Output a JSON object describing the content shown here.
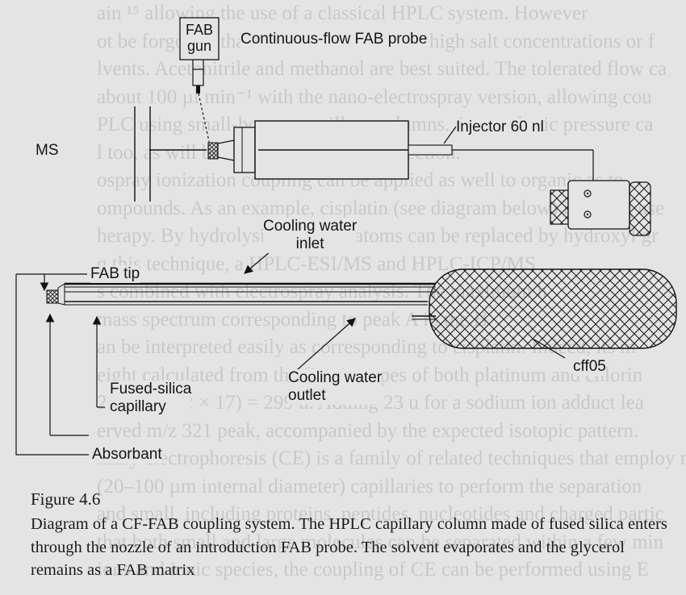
{
  "background_text": [
    "ain ¹⁵ allowing the use of a classical HPLC system. However",
    "ot be forgotten that ESI does not tolerate high salt concentrations or f",
    "lvents. Acetonitrile and methanol are best suited. The tolerated flow ca",
    "about 100 µl min⁻¹ with the nano-electrospray version, allowing cou",
    "PLC using small-bore or capillary columns. Atmospheric pressure ca",
    "l too, as will be discussed in the next section.",
    "ospray ionization coupling can be applied as well to organic as to",
    "ompounds. As an example, cisplatin (see diagram below) is a drug use",
    "herapy. By hydrolysis, chlorine atoms can be replaced by hydroxyl gr",
    "g this technique, a HPLC-ESI/MS and HPLC-ICP/MS",
    "s combined with electrospray analysis. The maximum h",
    "mass spectrum corresponding to peak A in the H",
    "an be interpreted easily as corresponding to cisplatin. Indeed, its m",
    "eight calculated from the first isotopes of both platinum and chlorin",
    "2 × 35) + (2 × 17) = 299 u. Adding 23 u for a sodium ion adduct lea",
    "erved m/z 321 peak, accompanied by the expected isotopic pattern.",
    "illary electrophoresis (CE) is a family of related techniques that employ n",
    "(20–100 µm internal diameter) capillaries to perform the separation",
    "and small, including proteins, peptides, nucleotides and charged partic",
    "that both small and large molecules can be separated within a few min",
    "ions and ionic species, the coupling of CE can be performed using E"
  ],
  "labels": {
    "fab_gun": [
      "FAB",
      "gun"
    ],
    "probe": "Continuous-flow FAB probe",
    "ms": "MS",
    "injector": "Injector 60 nl",
    "cooling_inlet": [
      "Cooling water",
      "inlet"
    ],
    "fab_tip": "FAB tip",
    "cooling_outlet": [
      "Cooling water",
      "outlet"
    ],
    "fused_silica": [
      "Fused-silica",
      "capillary"
    ],
    "absorbant": "Absorbant",
    "cff": "cff05"
  },
  "caption": {
    "title": "Figure 4.6",
    "text": "Diagram of a CF-FAB coupling system. The HPLC capillary column made of fused silica enters through the nozzle of an introduction FAB probe. The solvent evaporates and the glycerol remains as a FAB matrix"
  }
}
